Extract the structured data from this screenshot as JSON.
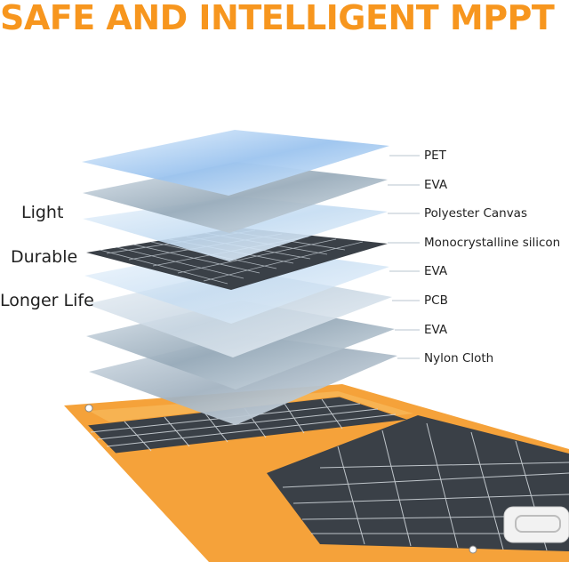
{
  "headline": "SAFE AND INTELLIGENT MPPT",
  "features": [
    "Light",
    "Durable",
    "Longer Life"
  ],
  "layers": [
    "PET",
    "EVA",
    "Polyester Canvas",
    "Monocrystalline silicon",
    "EVA",
    "PCB",
    "EVA",
    "Nylon Cloth"
  ],
  "colors": {
    "accent": "#f7961e",
    "panel_frame": "#f5a23a",
    "cell": "#3a4047",
    "text": "#222222"
  }
}
